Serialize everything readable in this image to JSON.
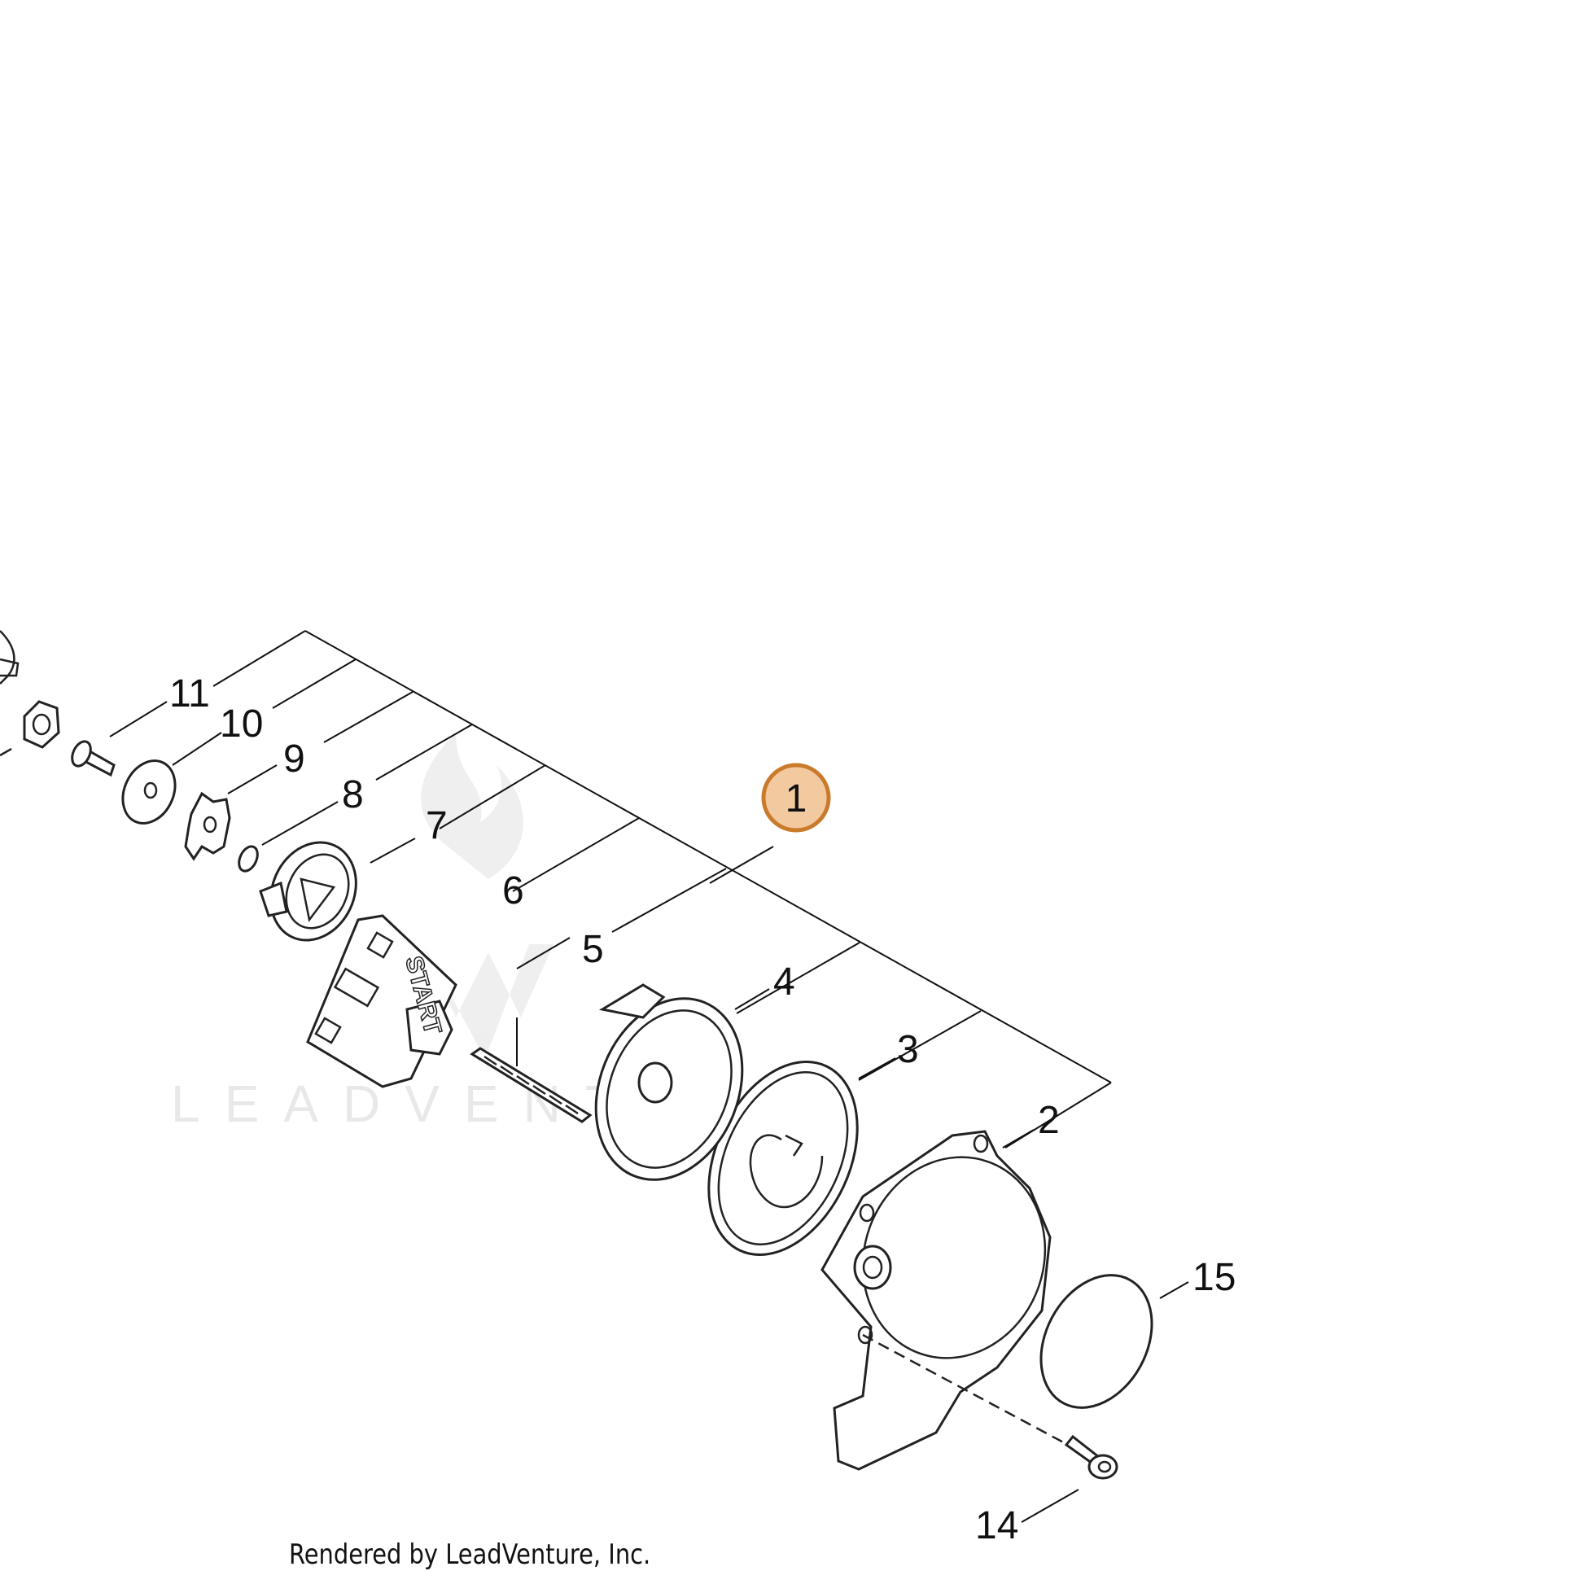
{
  "watermark": {
    "text": "LEADVENTURE"
  },
  "diagram": {
    "highlight_color": "#c97a2b",
    "highlight_fill": "#f3c9a0",
    "start_label": "START",
    "callouts": {
      "c1": "1",
      "c2": "2",
      "c3": "3",
      "c4": "4",
      "c5": "5",
      "c6": "6",
      "c7": "7",
      "c8": "8",
      "c9": "9",
      "c10": "10",
      "c11": "11",
      "c14": "14",
      "c15": "15"
    },
    "selected_callout": "1"
  },
  "footer": {
    "credit": "Rendered by LeadVenture, Inc."
  }
}
